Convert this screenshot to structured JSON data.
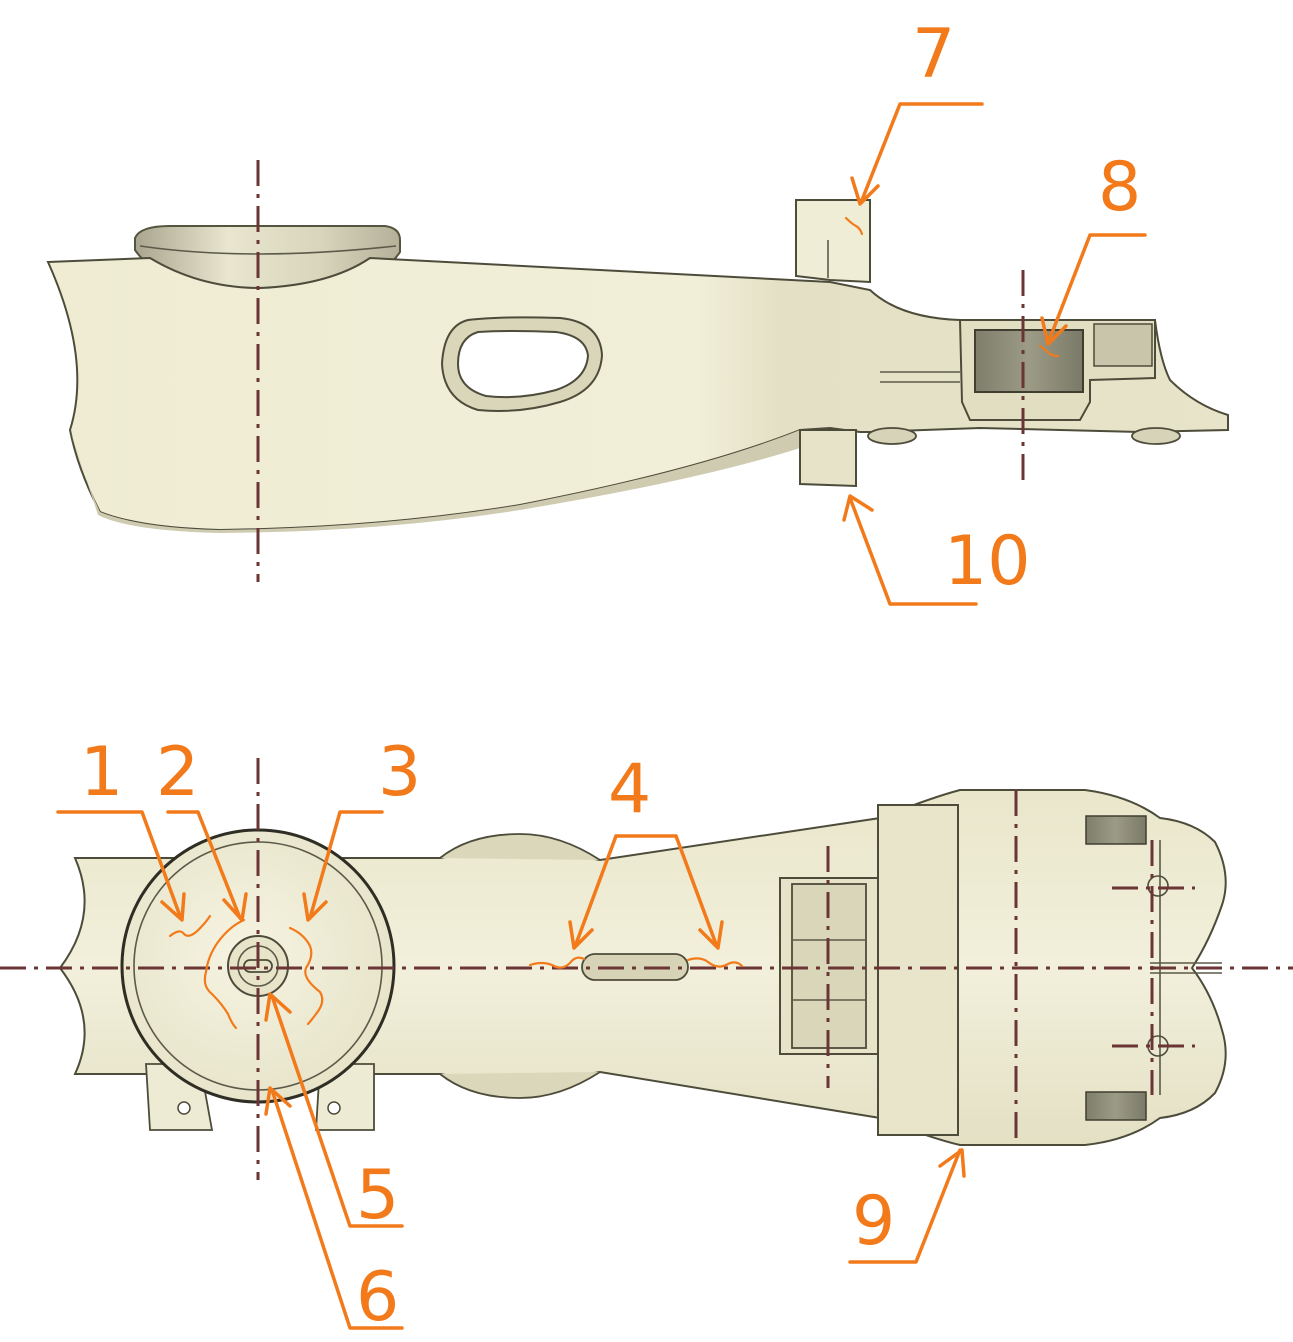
{
  "colors": {
    "callout": "#F27A1A",
    "centerline": "#6B3535",
    "part_light": "#F2F0DA",
    "part_mid": "#E2DFC4",
    "part_shadow": "#BDB99E",
    "dark_block": "#8A8A76"
  },
  "callouts": [
    {
      "id": "1",
      "label": "1"
    },
    {
      "id": "2",
      "label": "2"
    },
    {
      "id": "3",
      "label": "3"
    },
    {
      "id": "4",
      "label": "4"
    },
    {
      "id": "5",
      "label": "5"
    },
    {
      "id": "6",
      "label": "6"
    },
    {
      "id": "7",
      "label": "7"
    },
    {
      "id": "8",
      "label": "8"
    },
    {
      "id": "9",
      "label": "9"
    },
    {
      "id": "10",
      "label": "10"
    }
  ]
}
